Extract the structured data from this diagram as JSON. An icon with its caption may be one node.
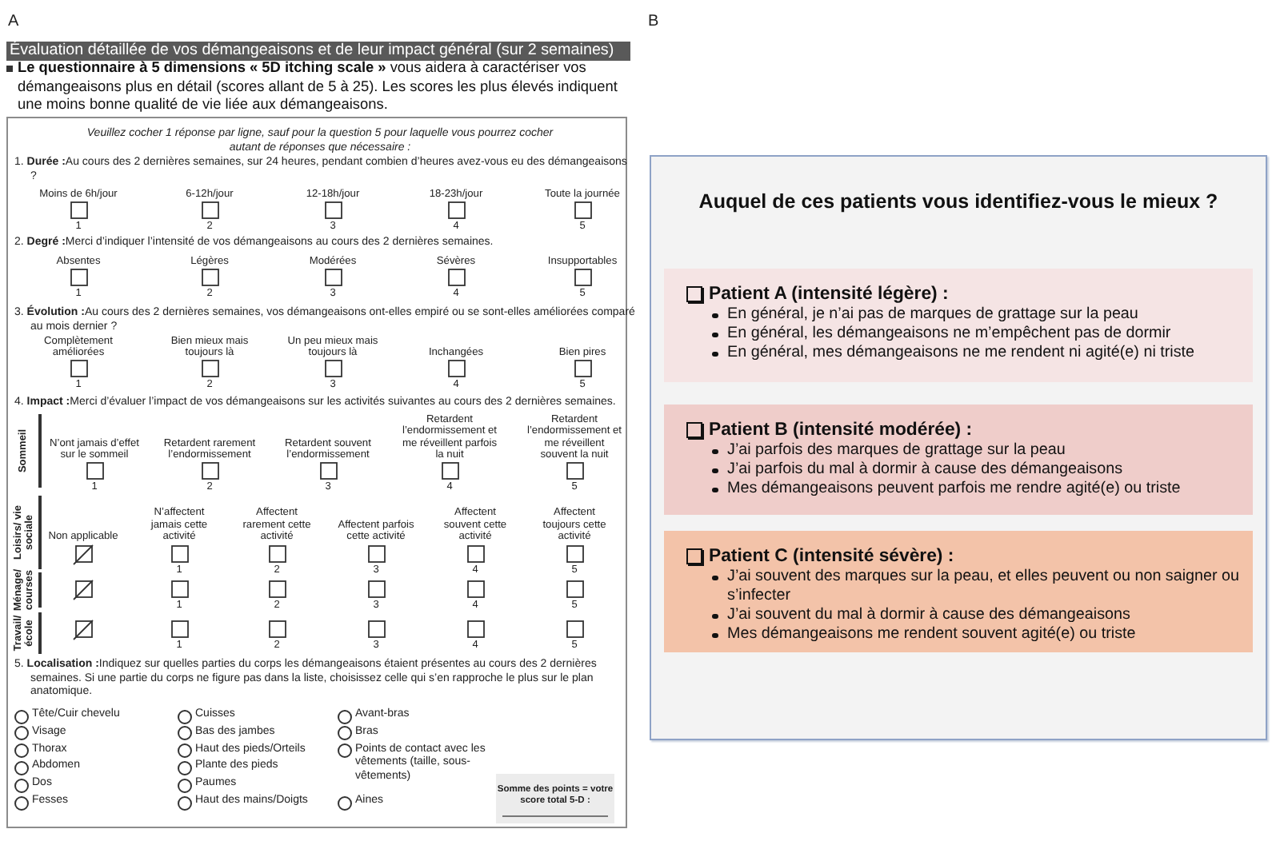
{
  "diagram": {
    "nodes": [
      {
        "text": [
          "Évaluation détaillée de vos démangeaisons et de leur impact général (sur 2 semaines)"
        ]
      },
      {
        "text": [
          "Veuillez cocher 1 réponse par ligne, sauf pour la question 5 pour laquelle vous pourrez cocher autant de réponses que nécessaire :",
          "1. **Durée :**Au cours des 2 dernières semaines, sur 24 heures, pendant combien d’heures avez-vous eu des démangeaisons ?",
          "Moins de 6h/jour",
          "6-12h/jour",
          "12-18h/jour",
          "18-23h/jour",
          "Toute la journée",
          "1",
          "2",
          "3",
          "4",
          "5",
          "2. **Degré :**Merci d’indiquer l’intensité de vos démangeaisons au cours des 2 dernières semaines.",
          "Absentes",
          "Légères",
          "Modérées",
          "Sévères",
          "Insupportables",
          "1",
          "2",
          "3",
          "4",
          "5",
          "3. **Évolution :**Au cours des 2 dernières semaines, vos démangeaisons ont-elles empiré ou se sont-elles améliorées comparé au mois dernier ?",
          "Complètement améliorées",
          "Bien mieux mais toujours là",
          "Un peu mieux mais toujours là",
          "Inchangées",
          "Bien pires",
          "1",
          "2",
          "3",
          "4",
          "5",
          "4. **Impact :**Merci d’évaluer l’impact de vos démangeaisons sur les activités suivantes au cours des 2 dernières semaines.",
          "Sommeil",
          "N’ont jamais d’effet sur le sommeil",
          "Retardent rarement l’endormissement",
          "Retardent souvent l’endormissement",
          "Retardent l’endormissement et me réveillent parfois la nuit",
          "Retardent l’endormissement et me réveillent souvent la nuit",
          "1",
          "2",
          "3",
          "4",
          "5",
          "Loisirs/ vie sociale",
          "Non applicable",
          "N’affectent jamais cette activité",
          "Affectent rarement cette activité",
          "Affectent parfois cette activité",
          "Affectent souvent cette activité",
          "Affectent toujours cette activité",
          "1",
          "2",
          "3",
          "4",
          "5",
          "Ménage/ courses",
          "1",
          "2",
          "3",
          "4",
          "5",
          "Travail/ école",
          "1",
          "2",
          "3",
          "4",
          "5",
          "5. **Localisation :**Indiquez sur quelles parties du corps les démangeaisons étaient présentes au cours des 2 dernières semaines. Si une partie du corps ne figure pas dans la liste, choisissez celle qui s’en rapproche le plus sur le plan anatomique.",
          "Tête/Cuir chevelu",
          "Visage",
          "Thorax",
          "Abdomen",
          "Dos",
          "Fesses",
          "Cuisses",
          "Bas des jambes",
          "Haut des pieds/Orteils",
          "Plante des pieds",
          "Paumes",
          "Haut des mains/Doigts",
          "Avant-bras",
          "Bras",
          "Points de contact avec les vêtements (taille, sous-vêtements)",
          "Aines"
        ]
      },
      {
        "text": [
          "Somme des points = votre score total 5-D :"
        ],
        "in": 1
      },
      {
        "text": [
          "Auquel de ces patients vous identifiez-vous le mieux ?"
        ]
      },
      {
        "text": [
          "Patient A (intensité légère) :",
          "En général, je n’ai pas de marques de grattage sur la peau",
          "En général, les démangeaisons ne m’empêchent pas de dormir",
          "En général, mes démangeaisons ne me rendent ni agité(e) ni triste"
        ],
        "in": 3
      },
      {
        "text": [
          "Patient B (intensité modérée) :",
          "J’ai parfois des marques de grattage sur la peau",
          "J’ai parfois du mal à dormir à cause des démangeaisons",
          "Mes démangeaisons peuvent parfois me rendre agité(e) ou triste"
        ],
        "in": 3
      },
      {
        "text": [
          "Patient C (intensité sévère) :",
          "J’ai souvent des marques sur la peau, et elles peuvent ou non saigner ou s’infecter",
          "J’ai souvent du mal à dormir à cause des démangeaisons",
          "Mes démangeaisons me rendent souvent agité(e) ou triste"
        ],
        "in": 3
      }
    ],
    "labels": [
      "A",
      "B",
      "**Le questionnaire à 5 dimensions « 5D itching scale »** vous aidera à caractériser vos démangeaisons plus en détail (scores allant de 5 à 25). Les scores les plus élevés indiquent une moins bonne qualité de vie liée aux démangeaisons."
    ]
  }
}
